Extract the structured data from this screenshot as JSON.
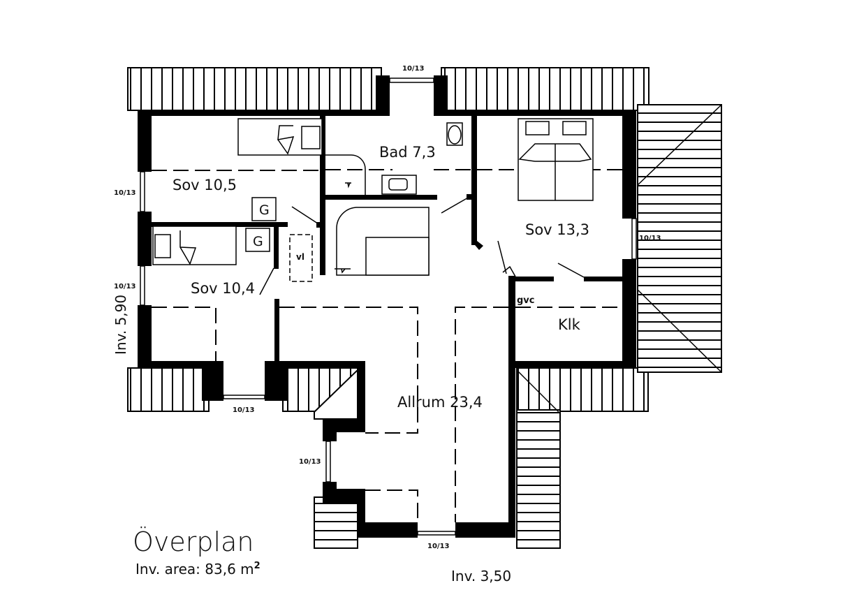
{
  "plan": {
    "title": "Överplan",
    "area_prefix": "Inv. area: 83,6 m",
    "area_exponent": "2",
    "dim_left": "Inv. 5,90",
    "dim_bottom": "Inv. 3,50"
  },
  "rooms": {
    "sov1": "Sov 10,5",
    "sov2": "Sov 10,4",
    "sov3": "Sov 13,3",
    "bad": "Bad 7,3",
    "allrum": "Allrum 23,4",
    "klk": "Klk",
    "gvc": "gvc",
    "vl": "vl",
    "g1": "G",
    "g2": "G"
  },
  "windows": {
    "label": "10/13"
  }
}
